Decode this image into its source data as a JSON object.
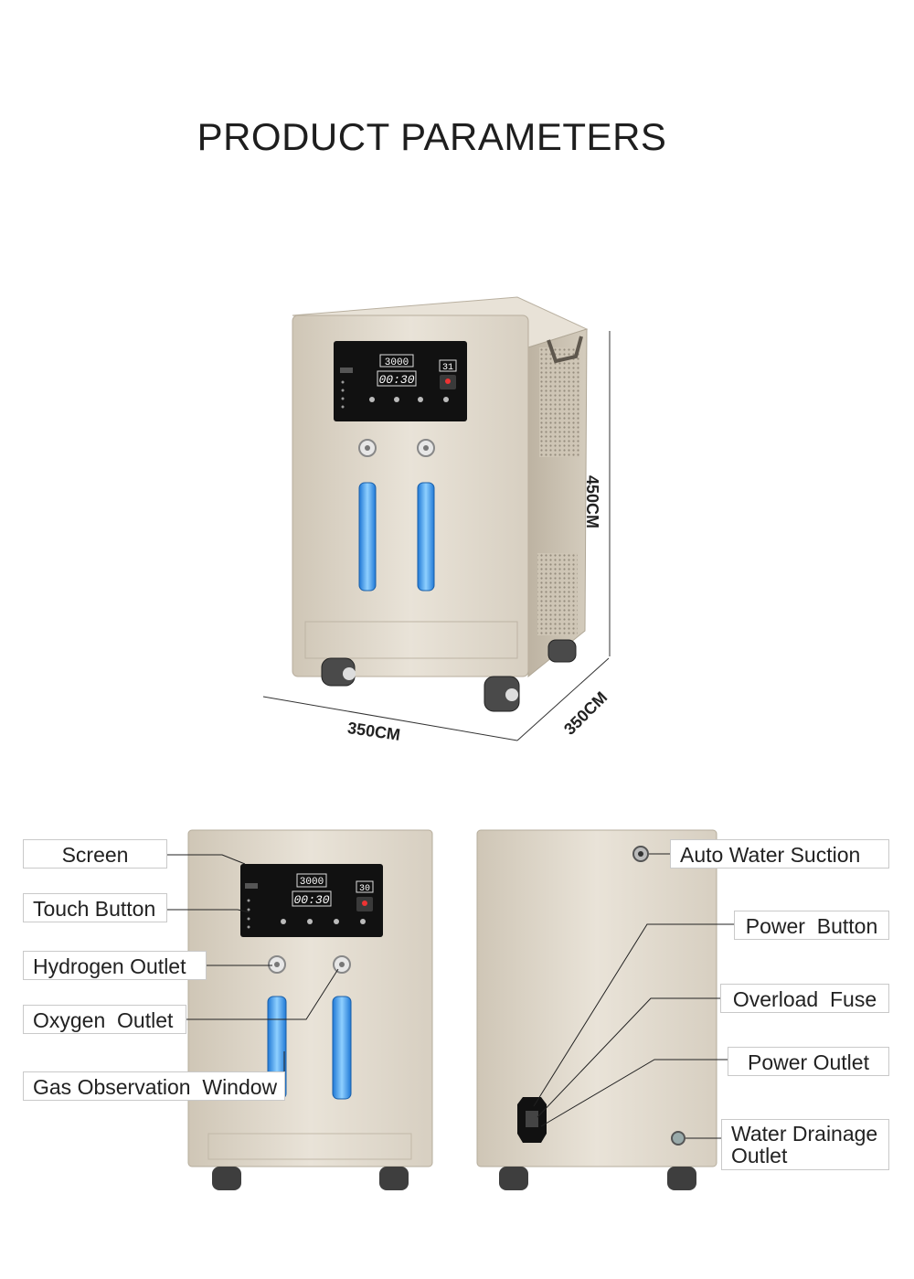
{
  "title": "PRODUCT PARAMETERS",
  "dimensions": {
    "height": "450CM",
    "width": "350CM",
    "depth": "350CM"
  },
  "display": {
    "big_screen": {
      "top_value": "3000",
      "time": "00:30",
      "temp": "31"
    },
    "small_screen": {
      "top_value": "3000",
      "time": "00:30",
      "temp": "30"
    }
  },
  "front_labels": {
    "screen": "Screen",
    "touch_button": "Touch Button",
    "hydrogen_outlet": "Hydrogen Outlet",
    "oxygen_outlet": "Oxygen  Outlet",
    "gas_window": "Gas Observation  Window"
  },
  "back_labels": {
    "auto_water": "Auto Water Suction",
    "power_button": "Power  Button",
    "overload_fuse": "Overload  Fuse",
    "power_outlet": "Power Outlet",
    "drain_line1": "Water Drainage",
    "drain_line2": "Outlet"
  },
  "colors": {
    "cabinet": "#d9d1c4",
    "panel": "#111111",
    "tube": "#2f8fe0"
  }
}
